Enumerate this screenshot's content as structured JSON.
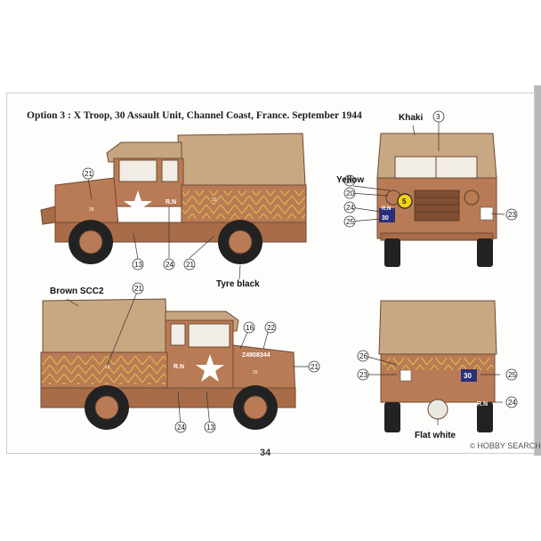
{
  "page_title": "Option 3 : X Troop, 30 Assault Unit, Channel Coast, France. September 1944",
  "labels": {
    "khaki": "Khaki",
    "yellow": "Yellow",
    "tyre_black": "Tyre black",
    "brown": "Brown SCC2",
    "flat_white": "Flat white"
  },
  "markings": {
    "rn": "R.N",
    "unit_number": "30",
    "bridge_class": "5",
    "registration": "Z4908344",
    "side_number": "25",
    "side_number_small": "15"
  },
  "callouts": {
    "n3": "3",
    "n13": "13",
    "n16": "16",
    "n20": "20",
    "n21": "21",
    "n22": "22",
    "n23": "23",
    "n24": "24",
    "n25": "25",
    "n26": "26"
  },
  "page_number": "34",
  "watermark": "HOBBY SEARCH",
  "colors": {
    "body_brown": "#b97b55",
    "canvas_khaki": "#c9a785",
    "tyre_black": "#222222",
    "unit_badge_blue": "#2b2f7a",
    "bridge_yellow": "#f2d21a"
  }
}
